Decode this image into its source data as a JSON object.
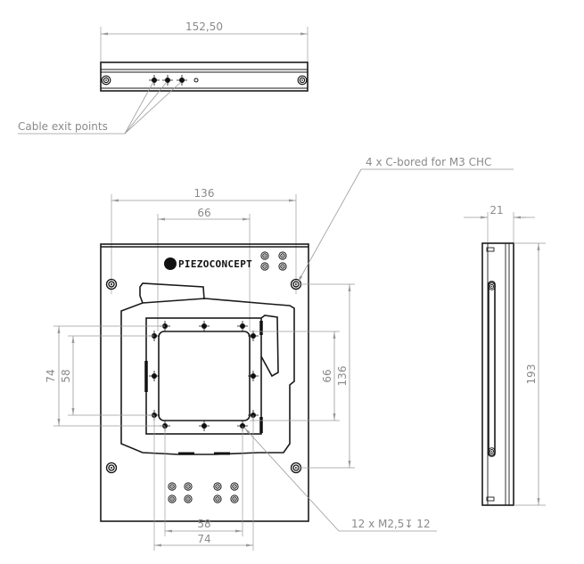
{
  "top_view": {
    "width_dim": "152,50",
    "cable_label": "Cable exit points"
  },
  "front_view": {
    "logo_text": "PIEZOCONCEPT",
    "dim_hole_spacing_x": "136",
    "dim_inner_x": "66",
    "dim_left_outer": "74",
    "dim_left_inner": "58",
    "dim_right_inner": "66",
    "dim_right_outer": "136",
    "dim_bottom_inner": "58",
    "dim_bottom_outer": "74",
    "cbore_label": "4 x C-bored for M3 CHC",
    "thread_label": "12 x M2,5↧ 12"
  },
  "side_view": {
    "thickness_dim": "21",
    "height_dim": "193"
  }
}
